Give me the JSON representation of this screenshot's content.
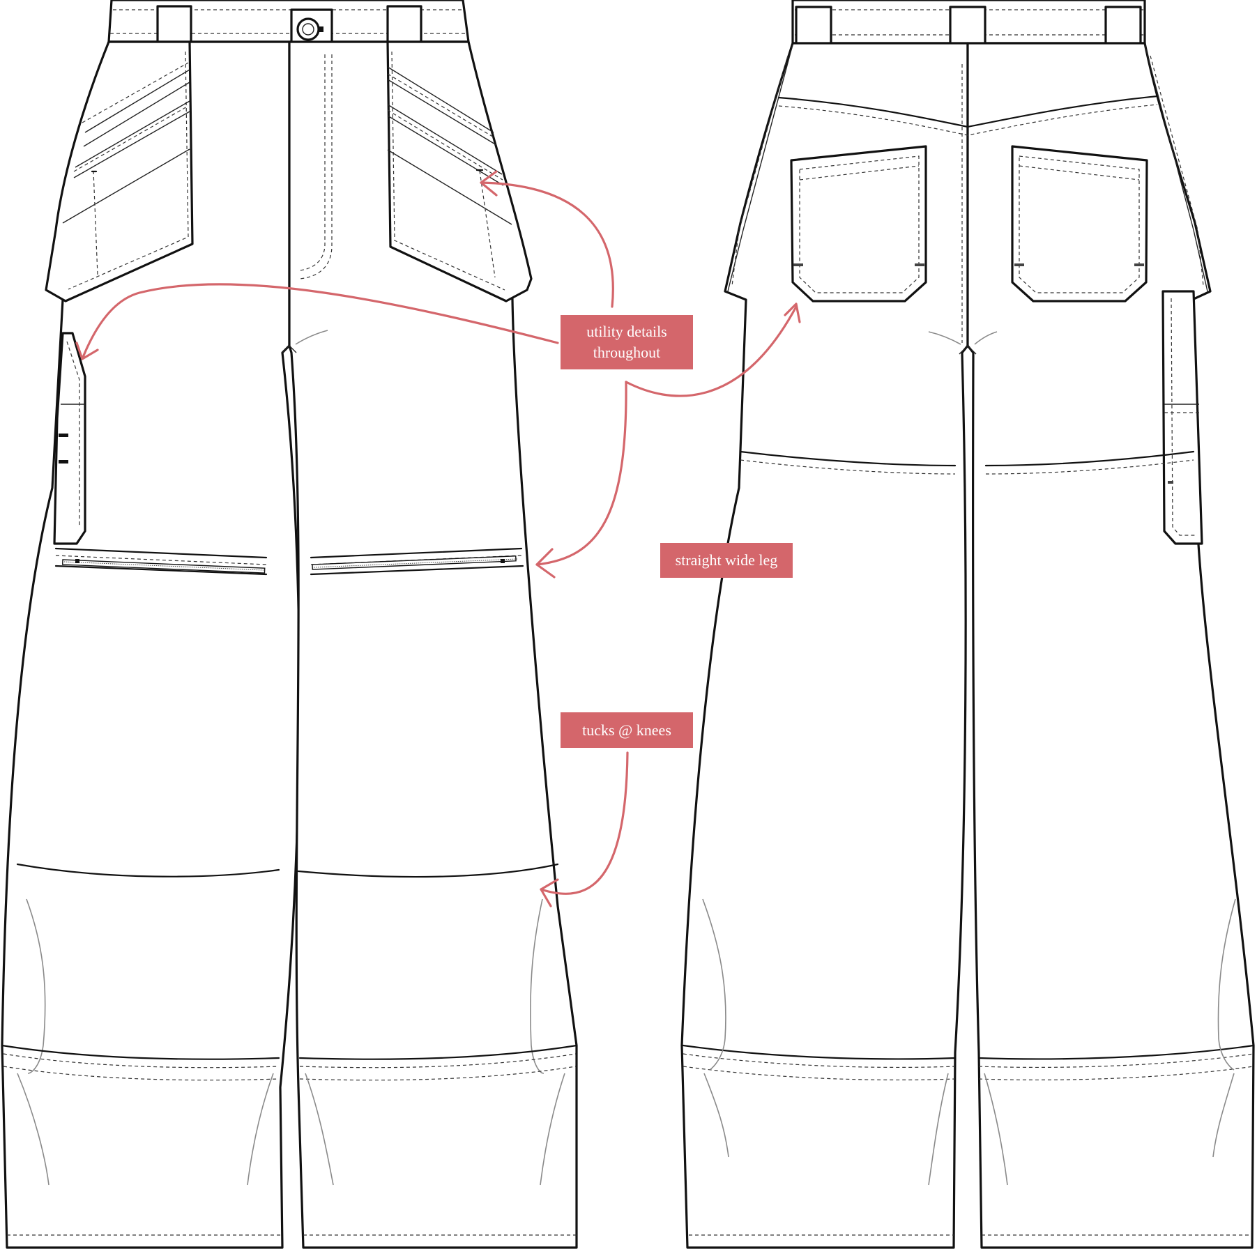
{
  "annotations": {
    "utility": {
      "line1": "utility details",
      "line2": "throughout"
    },
    "wide_leg": {
      "text": "straight wide leg"
    },
    "tucks": {
      "text": "tucks @ knees"
    }
  },
  "colors": {
    "annotation_fill": "#d4666b",
    "annotation_text": "#ffffff",
    "line_art": "#111111",
    "background": "#ffffff"
  }
}
